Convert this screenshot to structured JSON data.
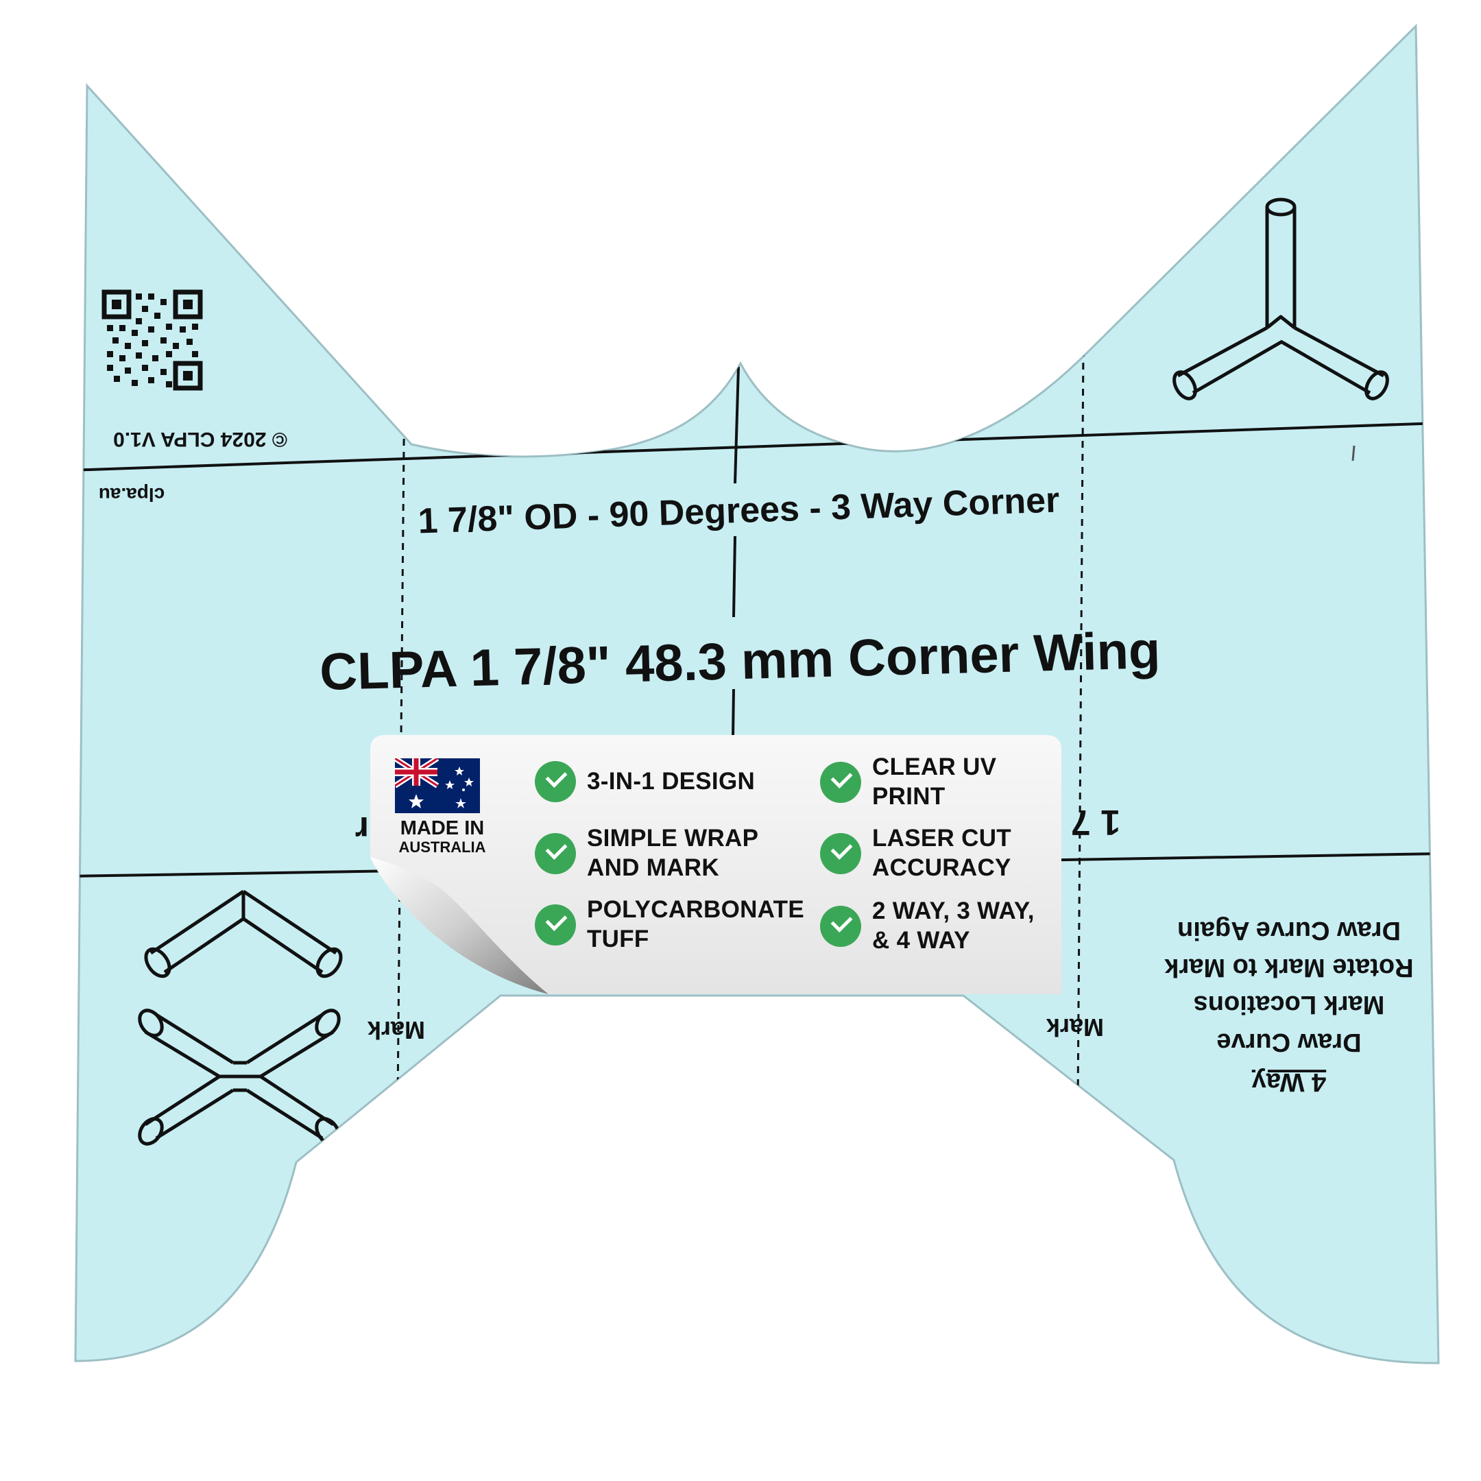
{
  "template": {
    "title": "CLPA 1 7/8\" 48.3 mm Corner Wing",
    "subtitle": "1 7/8\" OD - 90 Degrees - 3 Way Corner",
    "copyright": "© 2024 CLPA V1.0",
    "website": "clpa.au",
    "partial_label_left": "r",
    "partial_label_right": "1 7",
    "mark_left": "Mark",
    "mark_right": "Mark",
    "instructions": {
      "heading": "4 Way",
      "lines": [
        "Draw Curve",
        "Mark Locations",
        "Rotate Mark to Mark",
        "Draw Curve Again"
      ]
    },
    "fill_color": "#c8eef2",
    "line_color": "#111111"
  },
  "sticker": {
    "made_in_line1": "MADE IN",
    "made_in_line2": "AUSTRALIA",
    "flag_icon": "australian-flag-icon",
    "check_color": "#3aa757",
    "features": [
      "3-IN-1 DESIGN",
      "SIMPLE WRAP\nAND MARK",
      "POLYCARBONATE\nTUFF",
      "CLEAR UV\nPRINT",
      "LASER CUT\nACCURACY",
      "2 WAY, 3 WAY,\n& 4 WAY"
    ]
  }
}
